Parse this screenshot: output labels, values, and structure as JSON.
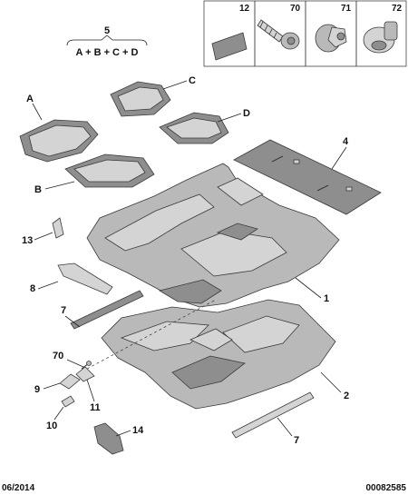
{
  "formula": {
    "number": "5",
    "expression": "A + B + C + D"
  },
  "fastener_table": [
    "12",
    "70",
    "71",
    "72"
  ],
  "callouts": {
    "A": "A",
    "B": "B",
    "C": "C",
    "D": "D",
    "p1": "1",
    "p2": "2",
    "p4": "4",
    "p7a": "7",
    "p7b": "7",
    "p8": "8",
    "p9": "9",
    "p10": "10",
    "p11": "11",
    "p13": "13",
    "p14": "14",
    "p70": "70"
  },
  "footer": {
    "date": "06/2014",
    "reference": "00082585"
  }
}
